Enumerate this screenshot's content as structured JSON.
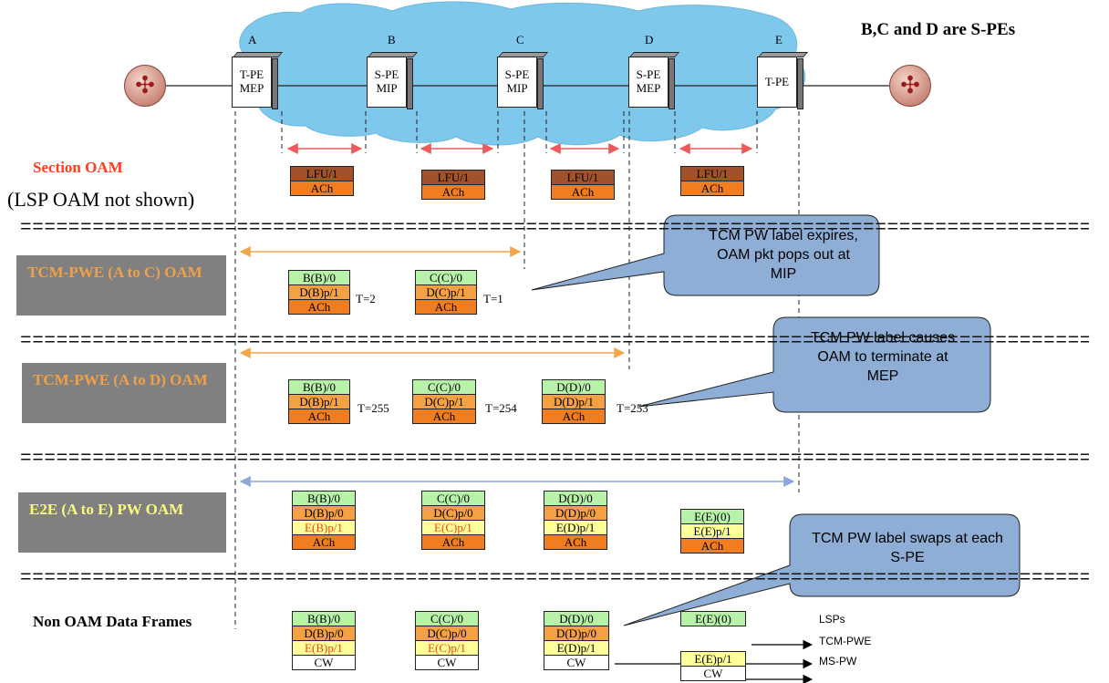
{
  "header_note": "B,C and D are S-PEs",
  "nodes": [
    {
      "letter": "A",
      "label": "T-PE MEP"
    },
    {
      "letter": "B",
      "label": "S-PE MIP"
    },
    {
      "letter": "C",
      "label": "S-PE MIP"
    },
    {
      "letter": "D",
      "label": "S-PE MEP"
    },
    {
      "letter": "E",
      "label": "T-PE"
    }
  ],
  "separator": "================================================================================================================",
  "section": {
    "title": "Section OAM",
    "subtitle": "(LSP OAM not shown)",
    "hops": [
      [
        "LFU/1",
        "ACh"
      ],
      [
        "LFU/1",
        "ACh"
      ],
      [
        "LFU/1",
        "ACh"
      ],
      [
        "LFU/1",
        "ACh"
      ]
    ]
  },
  "tcm_ac": {
    "label": "TCM-PWE (A to C) OAM",
    "hops": [
      {
        "rows": [
          "B(B)/0",
          "D(B)p/1",
          "ACh"
        ],
        "ttl": "T=2"
      },
      {
        "rows": [
          "C(C)/0",
          "D(C)p/1",
          "ACh"
        ],
        "ttl": "T=1"
      }
    ],
    "callout": "TCM PW label expires, OAM pkt pops out at MIP"
  },
  "tcm_ad": {
    "label": "TCM-PWE (A to D) OAM",
    "hops": [
      {
        "rows": [
          "B(B)/0",
          "D(B)p/1",
          "ACh"
        ],
        "ttl": "T=255"
      },
      {
        "rows": [
          "C(C)/0",
          "D(C)p/1",
          "ACh"
        ],
        "ttl": "T=254"
      },
      {
        "rows": [
          "D(D)/0",
          "D(D)p/1",
          "ACh"
        ],
        "ttl": "T=253"
      }
    ],
    "callout": "TCM PW label causes OAM to terminate at MEP"
  },
  "e2e": {
    "label": "E2E (A to E) PW OAM",
    "hops": [
      [
        "B(B)/0",
        "D(B)p/0",
        "E(B)p/1",
        "ACh"
      ],
      [
        "C(C)/0",
        "D(C)p/0",
        "E(C)p/1",
        "ACh"
      ],
      [
        "D(D)/0",
        "D(D)p/0",
        "E(D)p/1",
        "ACh"
      ],
      [
        "E(E)(0)",
        "E(E)p/1",
        "ACh"
      ]
    ]
  },
  "data_frames": {
    "label": "Non OAM Data Frames",
    "hops": [
      [
        "B(B)/0",
        "D(B)p/0",
        "E(B)p/1",
        "CW"
      ],
      [
        "C(C)/0",
        "D(C)p/0",
        "E(C)p/1",
        "CW"
      ],
      [
        "D(D)/0",
        "D(D)p/0",
        "E(D)p/1",
        "CW"
      ],
      [
        "E(E)(0)",
        "E(E)p/1",
        "CW"
      ]
    ],
    "callout": "TCM PW label swaps at each S-PE",
    "legend": [
      "LSPs",
      "TCM-PWE",
      "MS-PW"
    ]
  },
  "colors": {
    "cloud": "#7ec8ec",
    "section_arrow": "#ee5a5a",
    "tcm_arrow": "#f5a54a",
    "e2e_arrow": "#8aa8d8",
    "callout_fill": "#8eaed6",
    "section_title": "#ff3d1a"
  }
}
